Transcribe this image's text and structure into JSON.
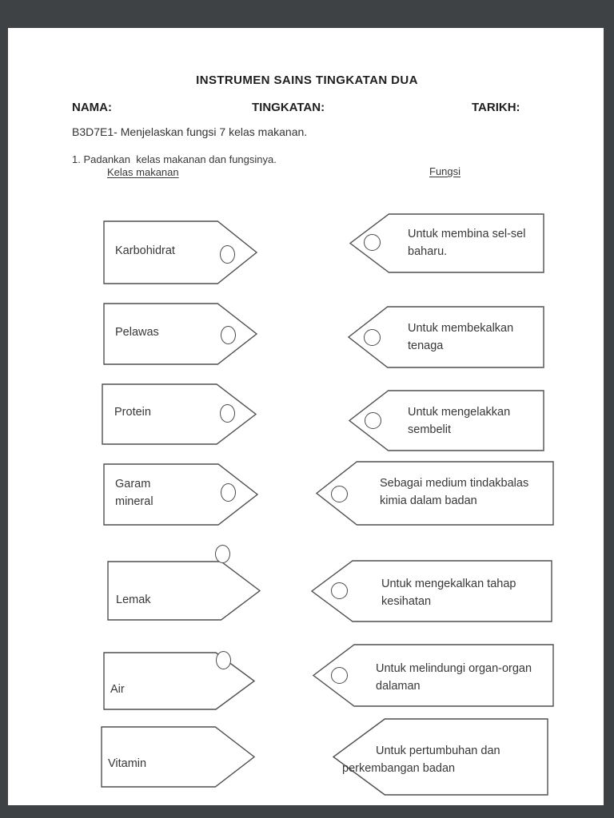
{
  "header": {
    "title": "INSTRUMEN SAINS TINGKATAN DUA",
    "name_label": "NAMA:",
    "class_label": "TINGKATAN:",
    "date_label": "TARIKH:",
    "objective": "B3D7E1- Menjelaskan fungsi 7 kelas makanan.",
    "instruction": "1. Padankan  kelas makanan dan fungsinya.",
    "left_column_heading": "Kelas makanan",
    "right_column_heading": "Fungsi"
  },
  "matching": {
    "food_classes": [
      {
        "label": "Karbohidrat"
      },
      {
        "label": "Pelawas"
      },
      {
        "label": "Protein"
      },
      {
        "label": "Garam mineral"
      },
      {
        "label": "Lemak"
      },
      {
        "label": "Air"
      },
      {
        "label": "Vitamin"
      }
    ],
    "functions": [
      {
        "label": "Untuk membina sel-sel baharu."
      },
      {
        "label": "Untuk membekalkan tenaga"
      },
      {
        "label": "Untuk mengelakkan sembelit"
      },
      {
        "label": "Sebagai medium tindakbalas kimia dalam badan"
      },
      {
        "label": "Untuk mengekalkan tahap kesihatan"
      },
      {
        "label": "Untuk melindungi organ-organ dalaman"
      },
      {
        "label": "Untuk pertumbuhan dan perkembangan badan"
      }
    ]
  },
  "colors": {
    "viewer_background": "#3f4245",
    "page_background": "#ffffff",
    "outline": "#4f4f4f",
    "text": "#3a3a3a"
  }
}
